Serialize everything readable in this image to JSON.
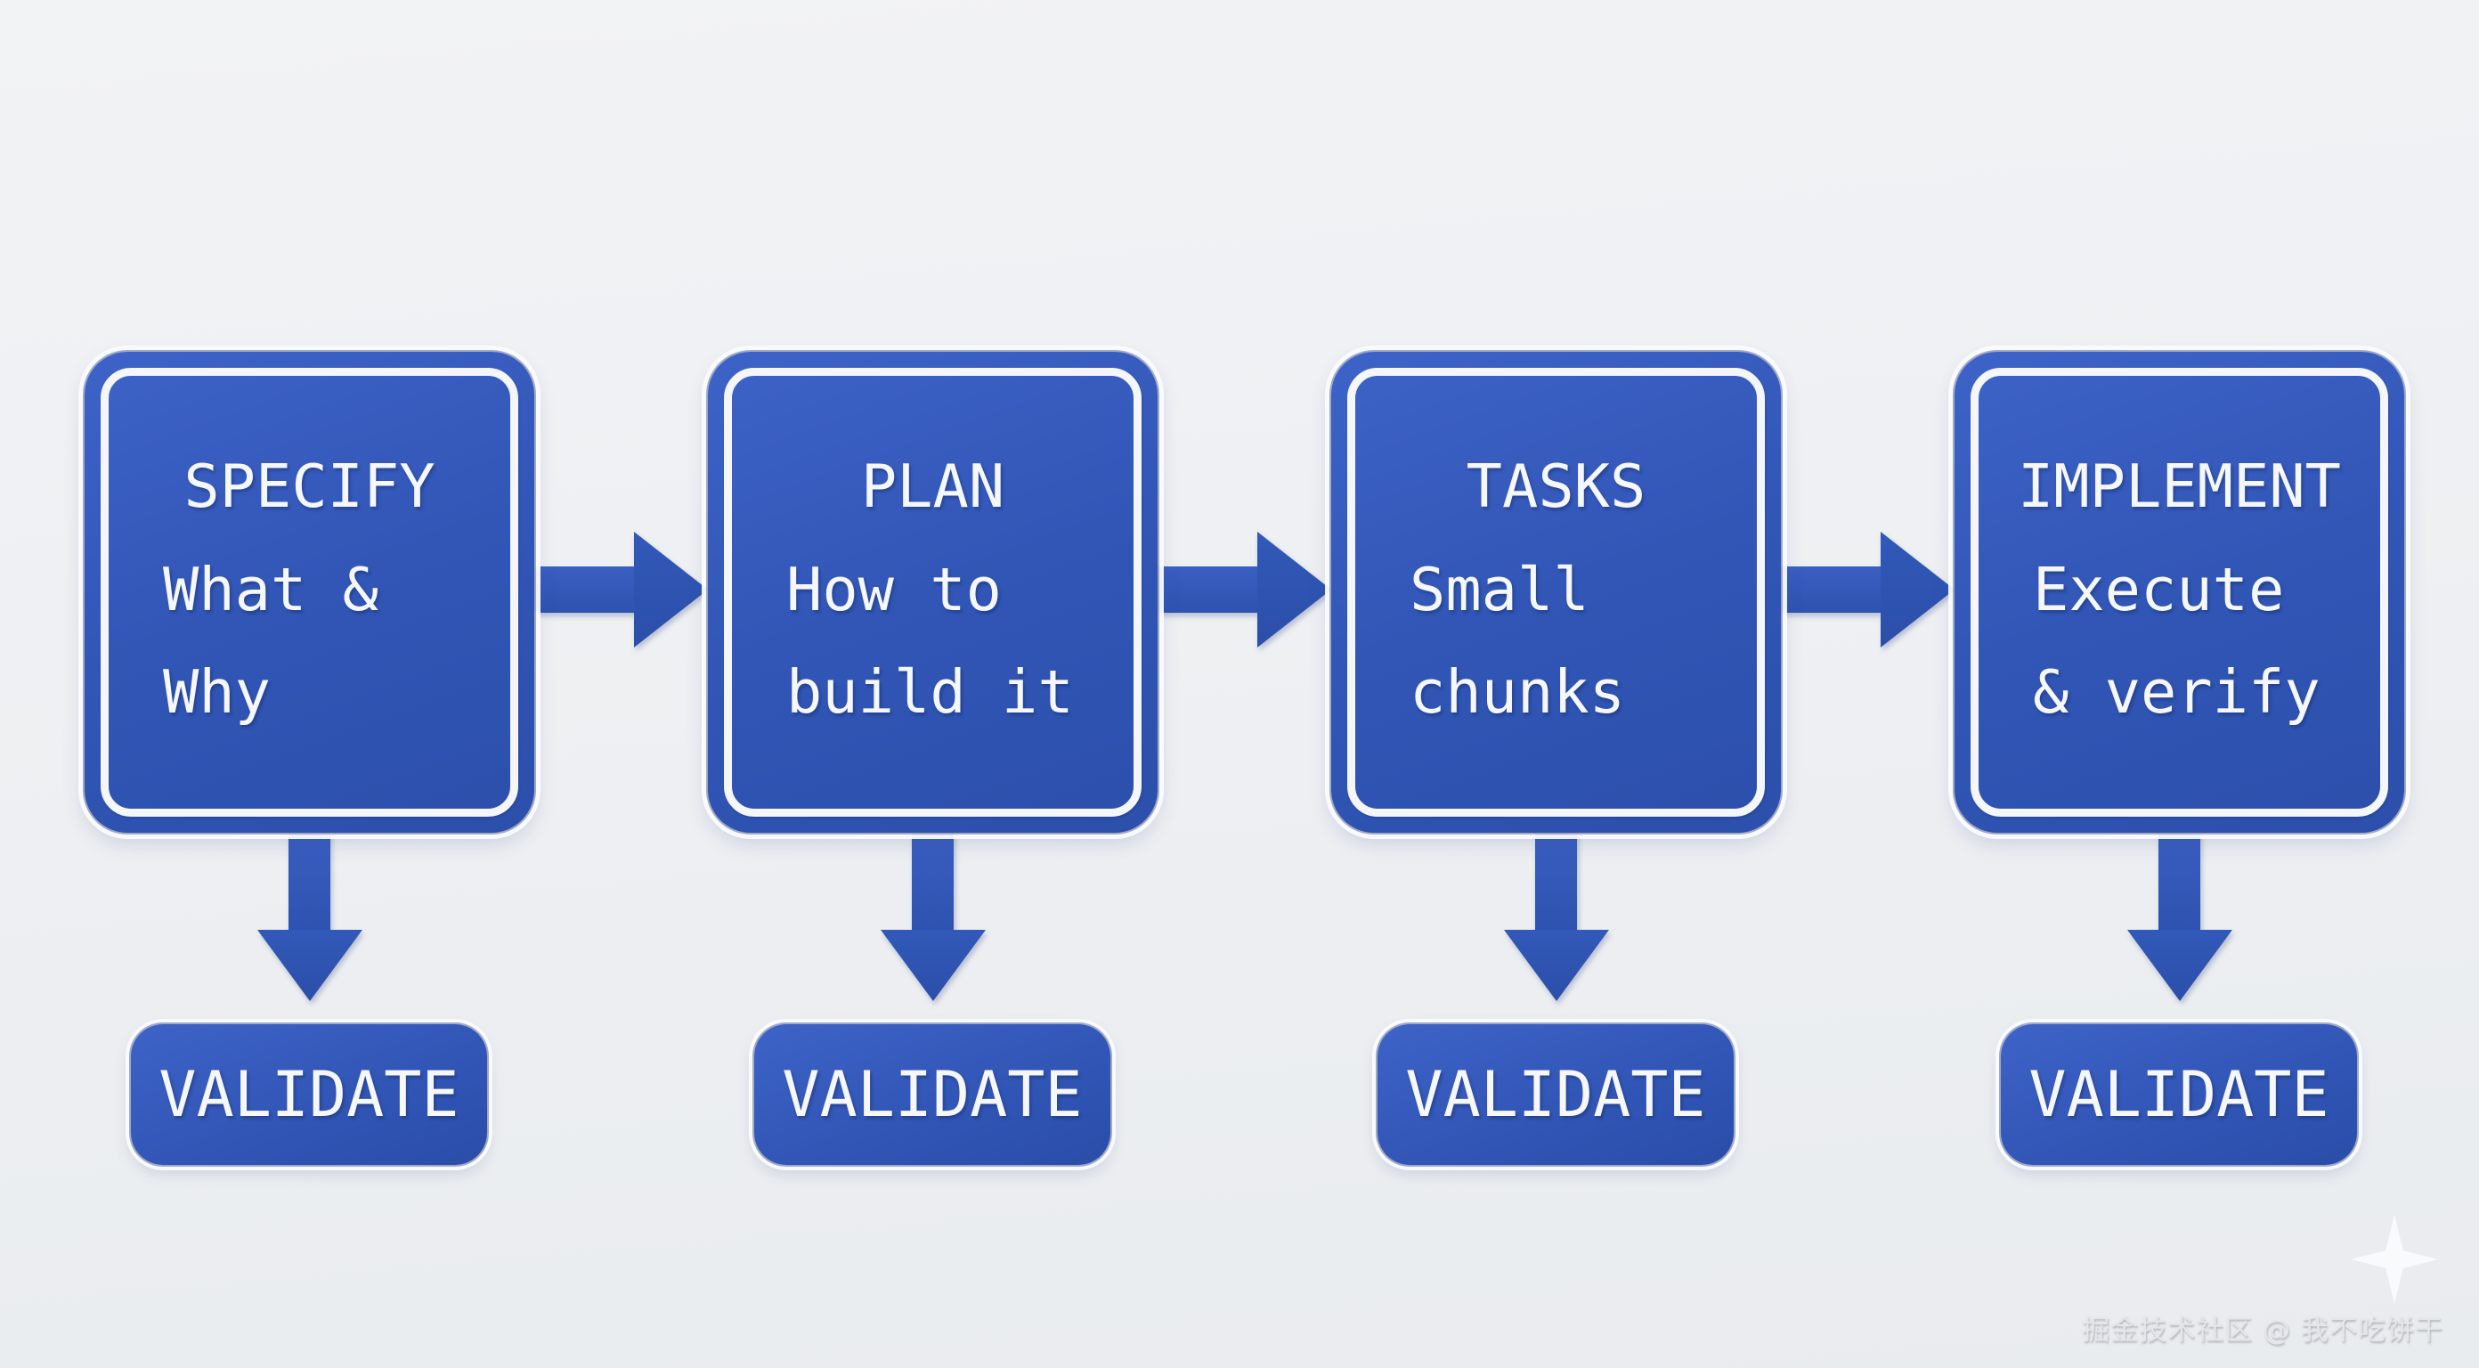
{
  "diagram": {
    "background_color": "#eef0f2",
    "shape_color": "#3156b6",
    "text_color": "#f5f7fa",
    "stages": [
      {
        "title": "SPECIFY",
        "body_lines": [
          "What &",
          "Why"
        ],
        "validate_label": "VALIDATE"
      },
      {
        "title": "PLAN",
        "body_lines": [
          "How to",
          "build it"
        ],
        "validate_label": "VALIDATE"
      },
      {
        "title": "TASKS",
        "body_lines": [
          "Small",
          "chunks"
        ],
        "validate_label": "VALIDATE"
      },
      {
        "title": "IMPLEMENT",
        "body_lines": [
          "Execute",
          "& verify"
        ],
        "validate_label": "VALIDATE"
      }
    ],
    "watermark": "掘金技术社区 @ 我不吃饼干"
  }
}
